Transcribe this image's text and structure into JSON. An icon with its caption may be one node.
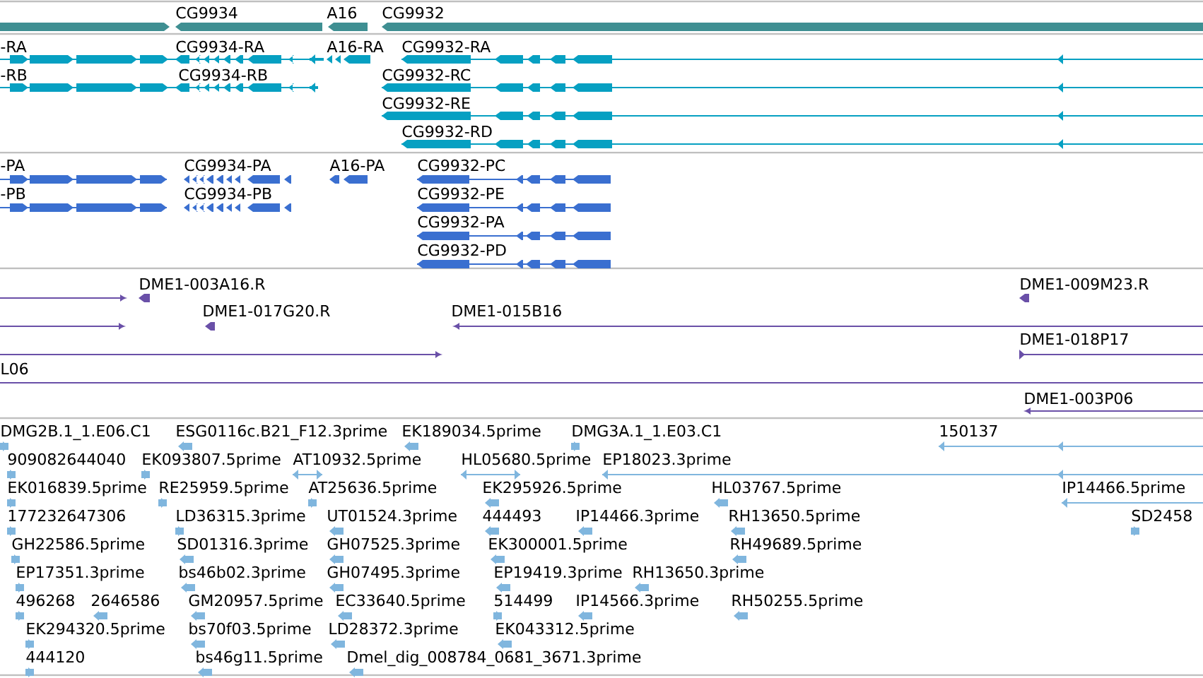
{
  "diagram": {
    "labels": [
      "CG9934",
      "A16",
      "CG9932",
      "-RA",
      "CG9934-RA",
      "A16-RA",
      "CG9932-RA",
      "-RB",
      "CG9934-RB",
      "CG9932-RC",
      "CG9932-RE",
      "CG9932-RD",
      "-PA",
      "CG9934-PA",
      "A16-PA",
      "CG9932-PC",
      "-PB",
      "CG9934-PB",
      "CG9932-PE",
      "CG9932-PA",
      "CG9932-PD",
      "DME1-003A16.R",
      "DME1-009M23.R",
      "DME1-017G20.R",
      "DME1-015B16",
      "DME1-018P17",
      "L06",
      "DME1-003P06",
      "DMG2B.1_1.E06.C1",
      "ESG0116c.B21_F12.3prime",
      "EK189034.5prime",
      "DMG3A.1_1.E03.C1",
      "150137",
      "909082644040",
      "EK093807.5prime",
      "AT10932.5prime",
      "HL05680.5prime",
      "EP18023.3prime",
      "EK016839.5prime",
      "RE25959.5prime",
      "AT25636.5prime",
      "EK295926.5prime",
      "HL03767.5prime",
      "IP14466.5prime",
      "177232647306",
      "LD36315.3prime",
      "UT01524.3prime",
      "444493",
      "IP14466.3prime",
      "RH13650.5prime",
      "SD2458",
      "GH22586.5prime",
      "SD01316.3prime",
      "GH07525.3prime",
      "EK300001.5prime",
      "RH49689.5prime",
      "EP17351.3prime",
      "bs46b02.3prime",
      "GH07495.3prime",
      "EP19419.3prime",
      "RH13650.3prime",
      "496268",
      "2646586",
      "GM20957.5prime",
      "EC33640.5prime",
      "514499",
      "IP14566.3prime",
      "RH50255.5prime",
      "EK294320.5prime",
      "bs70f03.5prime",
      "LD28372.3prime",
      "EK043312.5prime",
      "444120",
      "bs46g11.5prime",
      "Dmel_dig_008784_0681_3671.3prime"
    ]
  }
}
